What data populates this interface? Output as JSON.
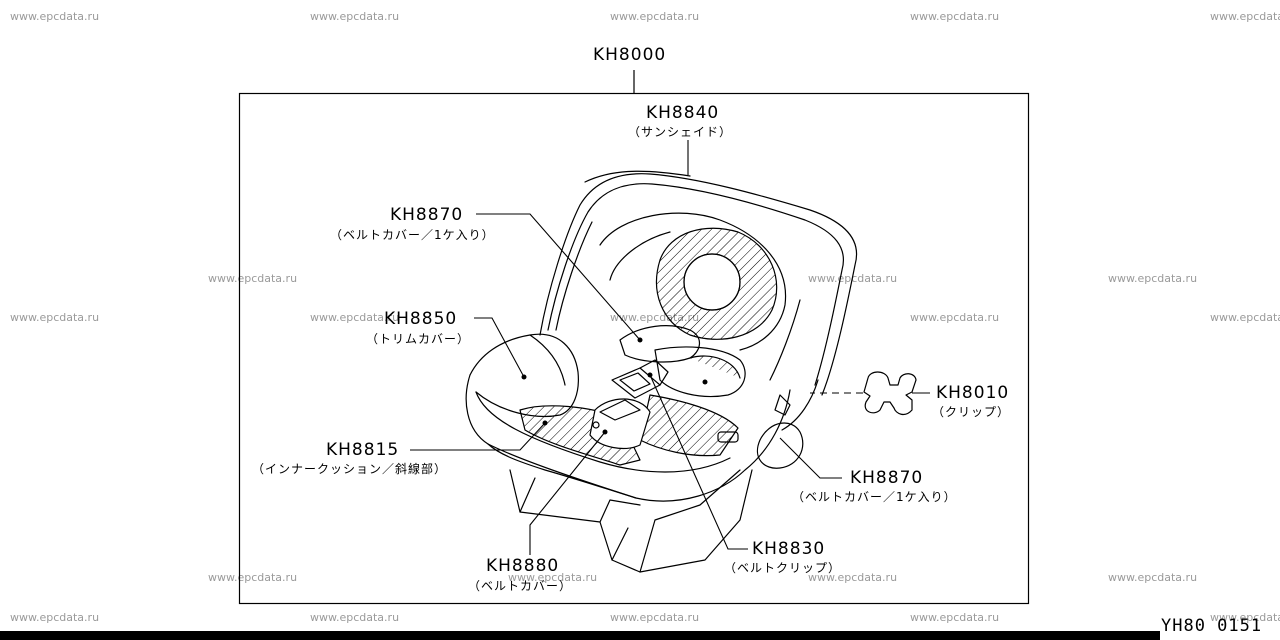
{
  "watermark": "www.epcdata.ru",
  "diagram": {
    "assembly_code": "KH8000",
    "parts": [
      {
        "code": "KH8840",
        "name": "（サンシェイド）"
      },
      {
        "code": "KH8870",
        "name": "（ベルトカバー／1ケ入り）"
      },
      {
        "code": "KH8850",
        "name": "（トリムカバー）"
      },
      {
        "code": "KH8010",
        "name": "（クリップ）"
      },
      {
        "code": "KH8815",
        "name": "（インナークッション／斜線部）"
      },
      {
        "code": "KH8870",
        "name": "（ベルトカバー／1ケ入り）"
      },
      {
        "code": "KH8830",
        "name": "（ベルトクリップ）"
      },
      {
        "code": "KH8880",
        "name": "（ベルトカバー）"
      }
    ],
    "figure_ref": "YH80  0151"
  }
}
